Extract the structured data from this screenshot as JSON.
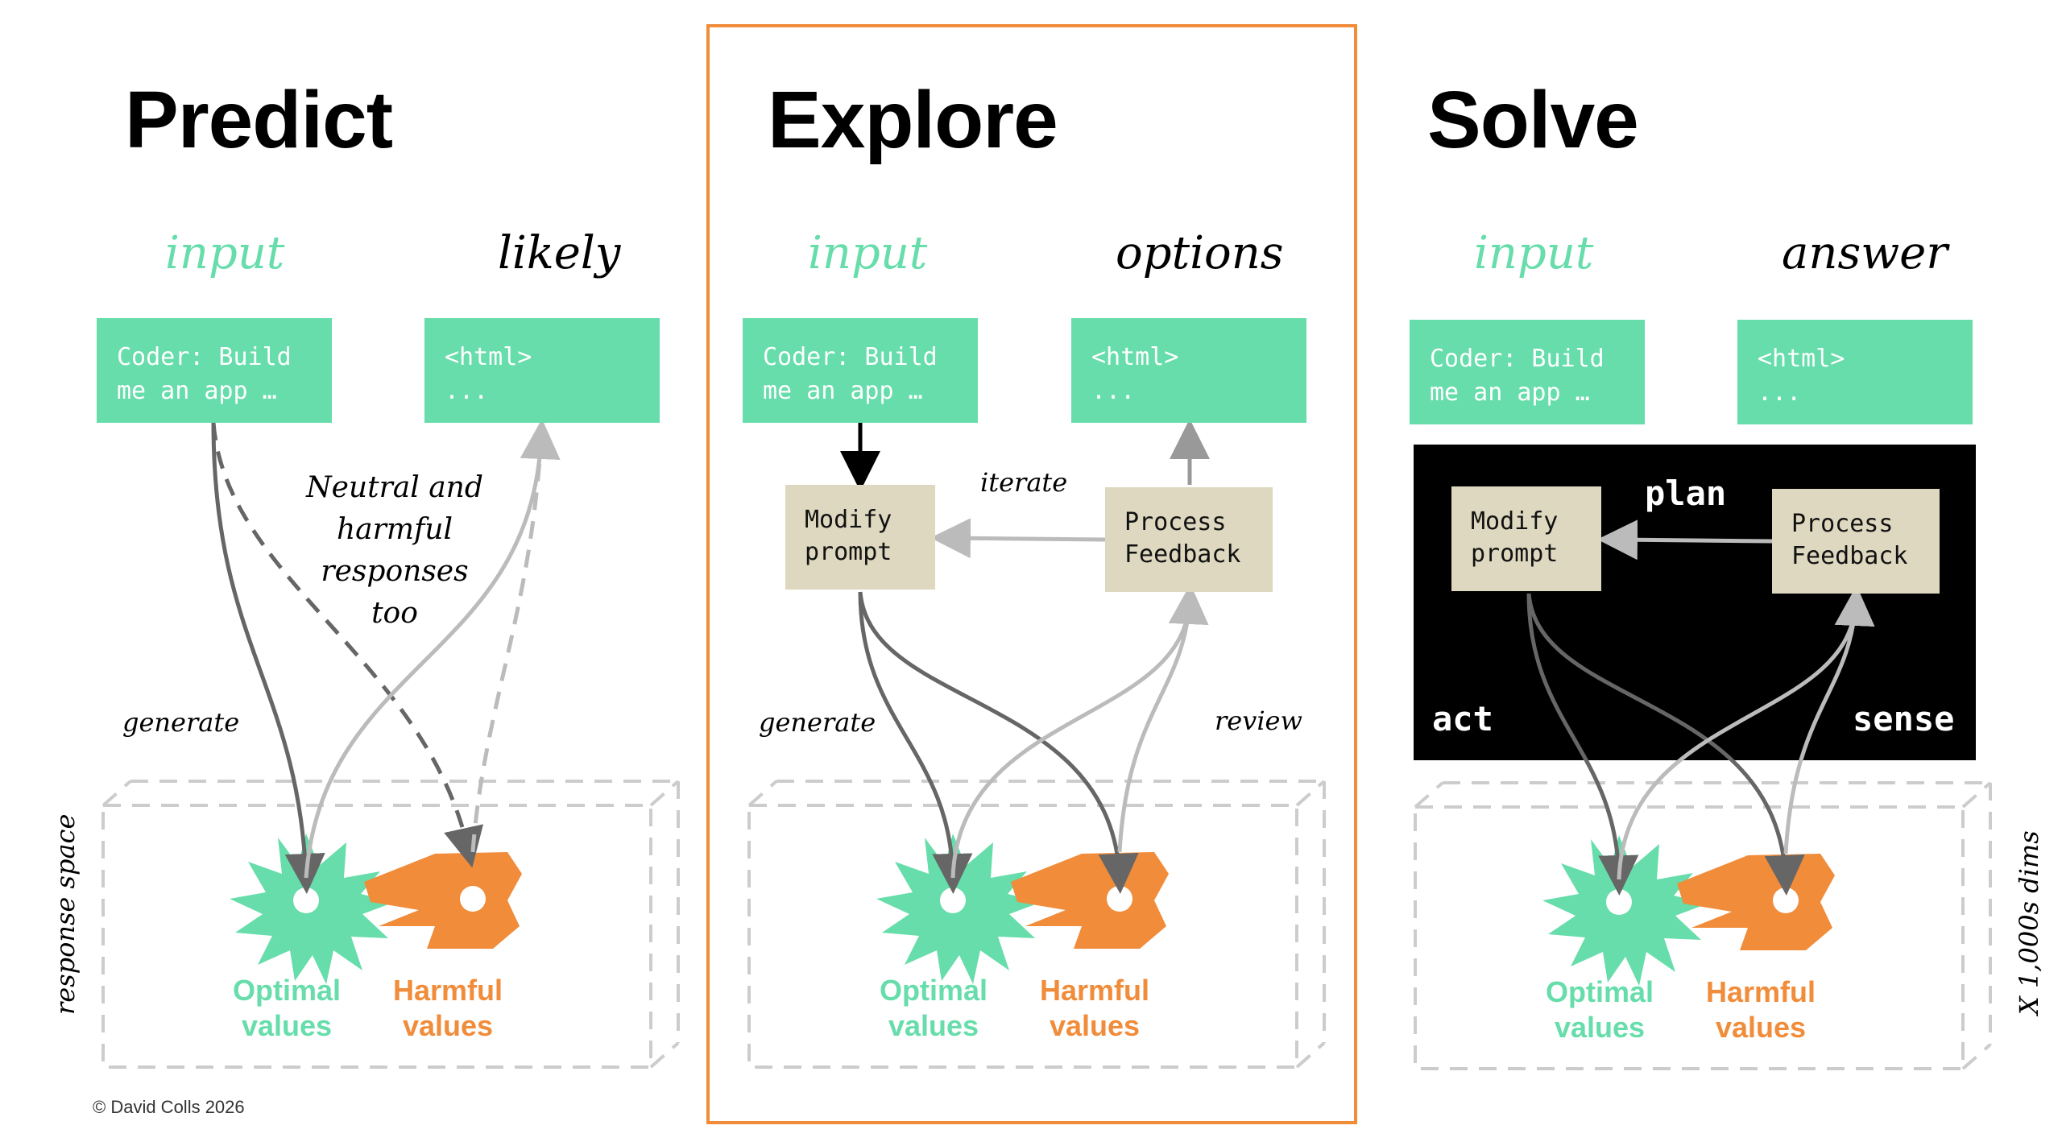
{
  "panels": {
    "predict": {
      "title": "Predict",
      "input_label": "input",
      "output_label": "likely",
      "input_box": "Coder: Build\nme an app …",
      "output_box": "<html>\n...",
      "annotation": "Neutral and\nharmful\nresponses\ntoo",
      "generate_label": "generate",
      "optimal_label": "Optimal\nvalues",
      "harmful_label": "Harmful\nvalues"
    },
    "explore": {
      "title": "Explore",
      "input_label": "input",
      "output_label": "options",
      "input_box": "Coder: Build\nme an app …",
      "output_box": "<html>\n...",
      "modify_box": "Modify\nprompt",
      "feedback_box": "Process\nFeedback",
      "iterate_label": "iterate",
      "generate_label": "generate",
      "review_label": "review",
      "optimal_label": "Optimal\nvalues",
      "harmful_label": "Harmful\nvalues"
    },
    "solve": {
      "title": "Solve",
      "input_label": "input",
      "output_label": "answer",
      "input_box": "Coder: Build\nme an app …",
      "output_box": "<html>\n...",
      "modify_box": "Modify\nprompt",
      "feedback_box": "Process\nFeedback",
      "plan_label": "plan",
      "act_label": "act",
      "sense_label": "sense",
      "optimal_label": "Optimal\nvalues",
      "harmful_label": "Harmful\nvalues"
    }
  },
  "side_labels": {
    "response_space": "response space",
    "dims": "X 1,000s dims"
  },
  "copyright": "© David Colls 2026",
  "colors": {
    "teal": "#66ddaa",
    "orange": "#f08c3a",
    "beige": "#ddd8bf",
    "dark_arrow": "#666666",
    "light_arrow": "#bbbbbb",
    "frame": "#f08c3a"
  }
}
